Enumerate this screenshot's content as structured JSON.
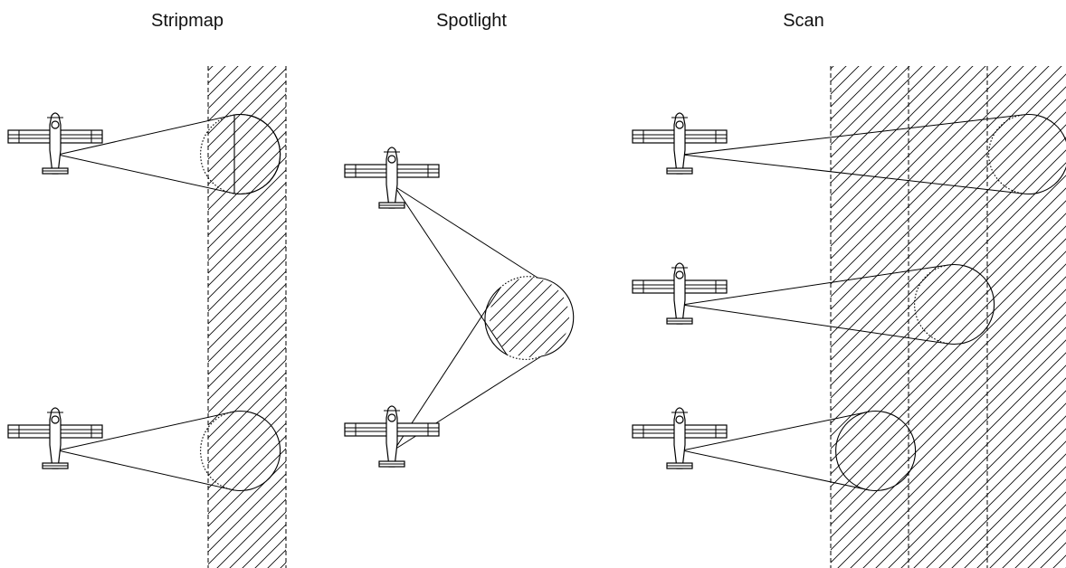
{
  "diagram": {
    "titles": {
      "stripmap": "Stripmap",
      "spotlight": "Spotlight",
      "scan": "Scan"
    },
    "colors": {
      "line": "#000000",
      "background": "#ffffff"
    },
    "icons": {
      "aircraft": "aircraft-top-view-icon",
      "footprint": "radar-footprint-circle"
    }
  }
}
